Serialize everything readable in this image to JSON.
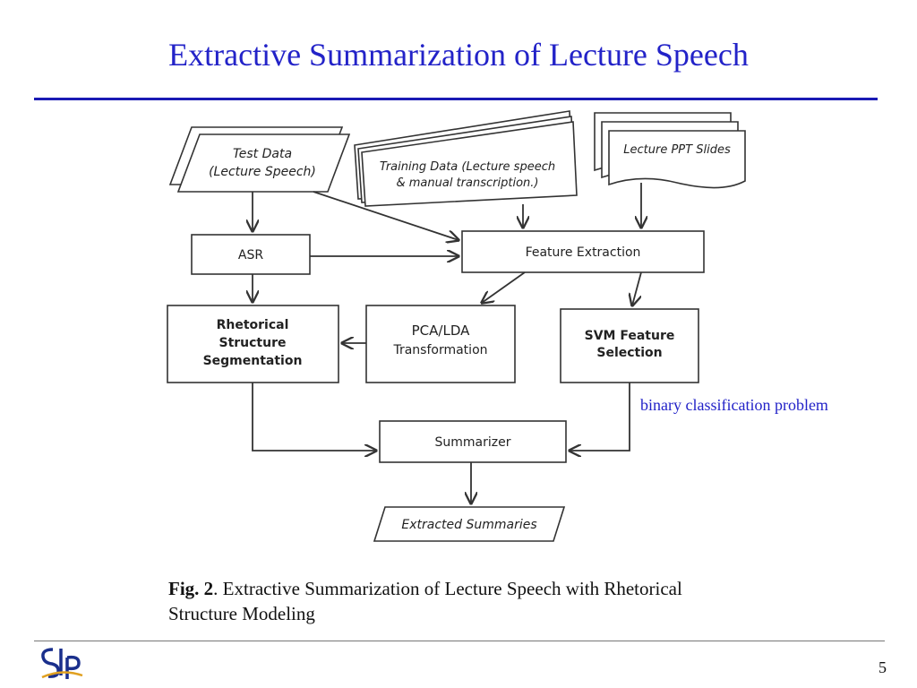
{
  "slide": {
    "title": "Extractive Summarization of Lecture Speech",
    "page_number": "5",
    "note": "binary classification problem"
  },
  "diagram": {
    "test_data": [
      "Test Data",
      "(Lecture Speech)"
    ],
    "training_data": [
      "Training Data (Lecture speech",
      "& manual transcription.)"
    ],
    "lecture_slides": "Lecture PPT Slides",
    "asr": "ASR",
    "feature_extraction": "Feature Extraction",
    "rhetorical": [
      "Rhetorical",
      "Structure",
      "Segmentation"
    ],
    "pca": [
      "PCA/LDA",
      "Transformation"
    ],
    "svm": [
      "SVM Feature",
      "Selection"
    ],
    "summarizer": "Summarizer",
    "extracted": "Extracted Summaries"
  },
  "caption": {
    "label": "Fig. 2",
    "text": ". Extractive Summarization of Lecture Speech with Rhetorical Structure Modeling"
  },
  "logo": {
    "text": "SLP"
  },
  "colors": {
    "title": "#2323c8",
    "rule": "#1a1ab4",
    "note": "#2323c8"
  }
}
